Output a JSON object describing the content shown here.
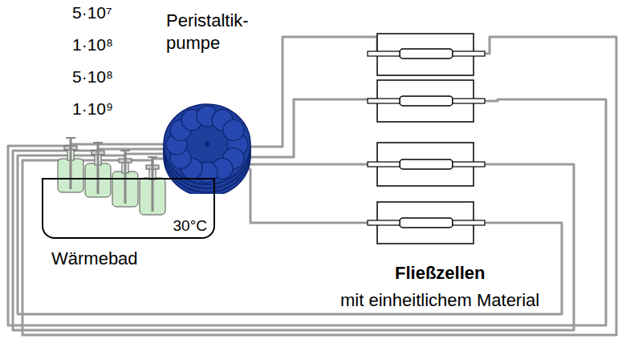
{
  "diagram": {
    "nodes": [
      {
        "text": [
          "Peristaltik- pumpe"
        ]
      },
      {
        "text": [
          "30°C",
          "Wärmebad"
        ]
      }
    ],
    "labels": [
      "5·10⁷",
      "1·10⁸",
      "5·10⁸",
      "1·10⁹",
      "Fließzellen",
      "mit einheitlichem Material"
    ]
  }
}
